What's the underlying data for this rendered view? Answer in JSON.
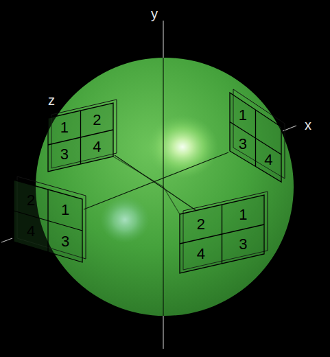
{
  "diagram": {
    "nodes": [
      {
        "text": [
          "1",
          "2",
          "3",
          "4"
        ]
      },
      {
        "text": [
          "1",
          "3",
          "4"
        ]
      },
      {
        "text": [
          "2",
          "1",
          "4",
          "3"
        ]
      },
      {
        "text": [
          "2",
          "1",
          "4",
          "3"
        ]
      }
    ],
    "labels": [
      "y",
      "z",
      "x"
    ]
  }
}
